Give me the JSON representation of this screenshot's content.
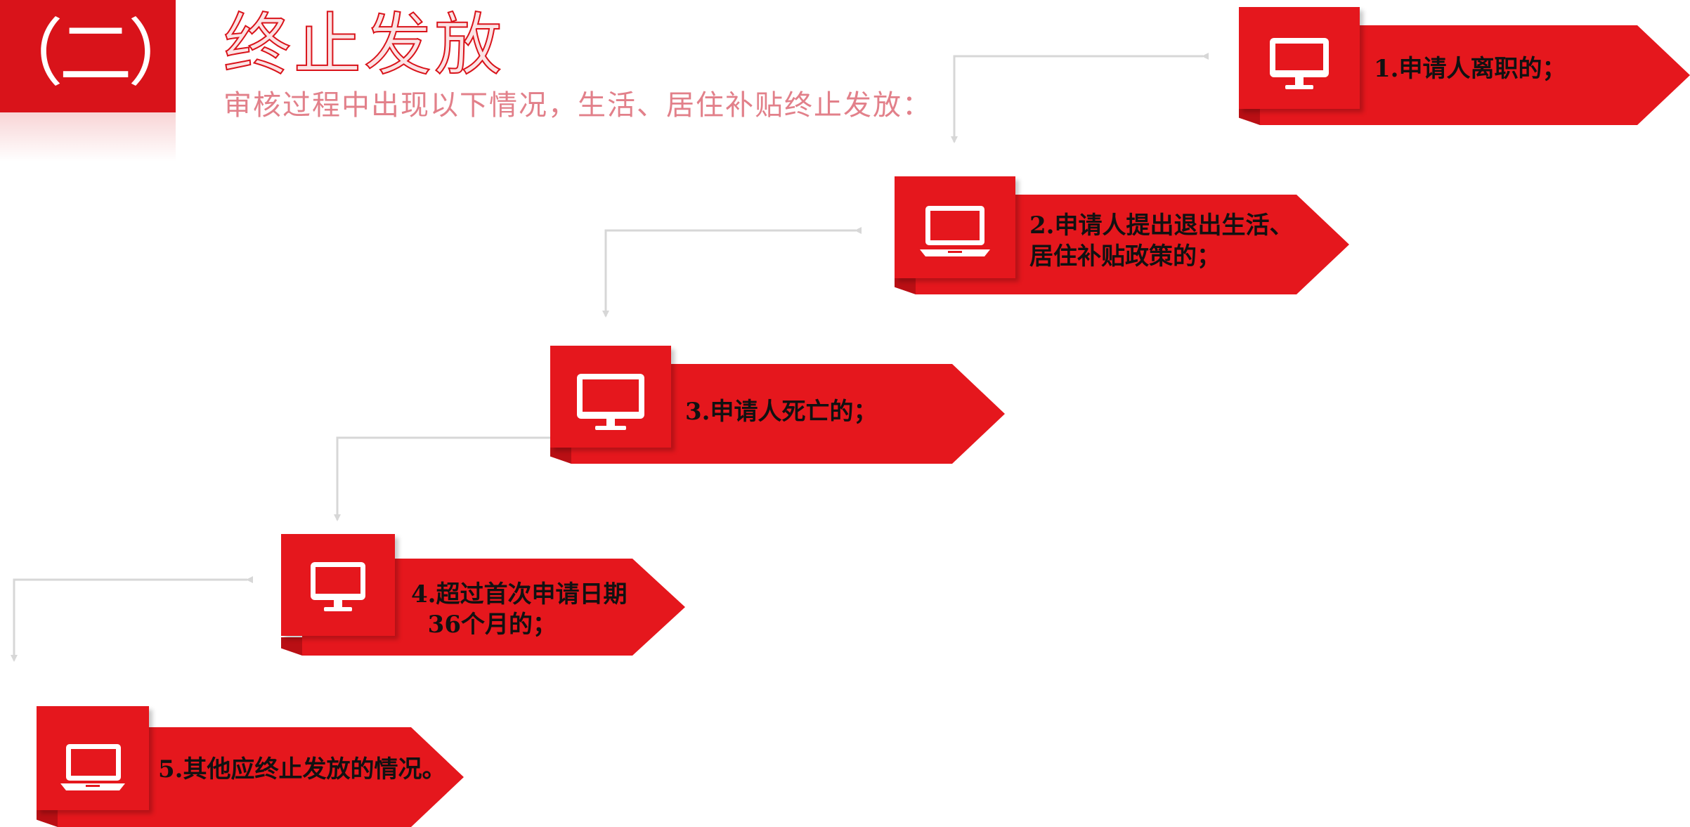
{
  "header": {
    "badge": "（二）",
    "title": "终止发放",
    "subtitle": "审核过程中出现以下情况，生活、居住补贴终止发放："
  },
  "steps": [
    {
      "lines": [
        "1.申请人离职的；"
      ],
      "icon": "monitor-icon"
    },
    {
      "lines": [
        "2.申请人提出退出生活、",
        "居住补贴政策的；"
      ],
      "icon": "laptop-icon"
    },
    {
      "lines": [
        "3.申请人死亡的；"
      ],
      "icon": "monitor-icon"
    },
    {
      "lines": [
        "4.超过首次申请日期",
        "  36个月的；"
      ],
      "icon": "monitor-icon"
    },
    {
      "lines": [
        "5.其他应终止发放的情况。"
      ],
      "icon": "laptop-icon"
    }
  ],
  "colors": {
    "accent": "#e5171d",
    "badge": "#d9131a",
    "shadow": "#b90f14",
    "connector": "#d7d7d7"
  }
}
